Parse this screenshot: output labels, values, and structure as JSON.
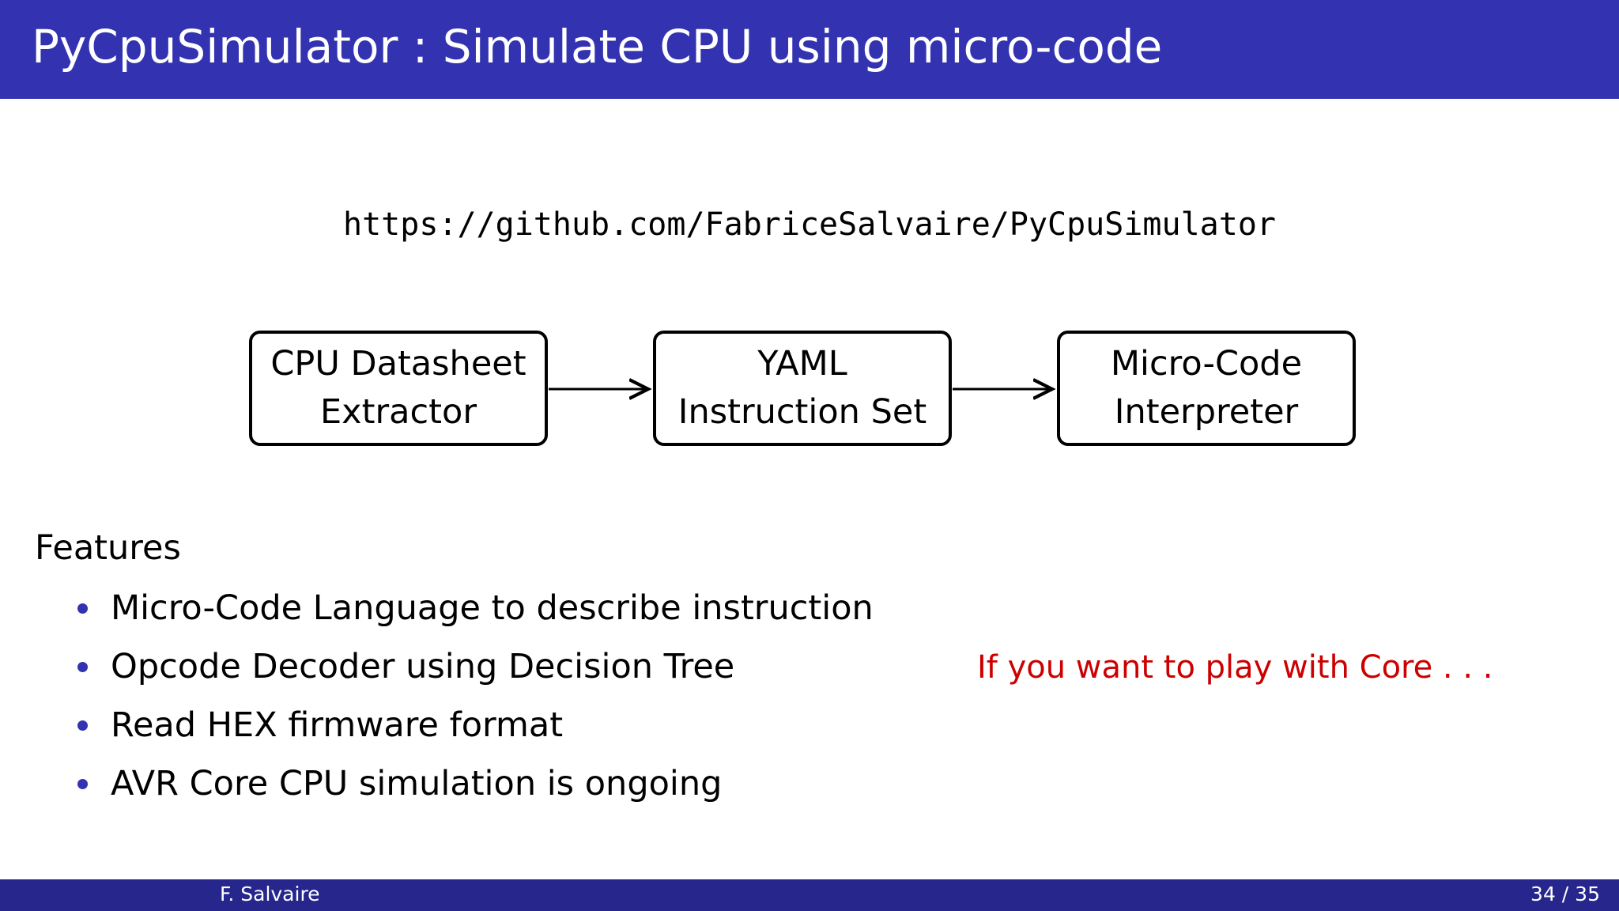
{
  "title": "PyCpuSimulator : Simulate CPU using micro-code",
  "url": "https://github.com/FabriceSalvaire/PyCpuSimulator",
  "diagram": {
    "nodes": [
      {
        "line1": "CPU Datasheet",
        "line2": "Extractor"
      },
      {
        "line1": "YAML",
        "line2": "Instruction Set"
      },
      {
        "line1": "Micro-Code",
        "line2": "Interpreter"
      }
    ]
  },
  "features": {
    "title": "Features",
    "items": [
      "Micro-Code Language to describe instruction",
      "Opcode Decoder using Decision Tree",
      "Read HEX firmware format",
      "AVR Core CPU simulation is ongoing"
    ]
  },
  "note": "If you want to play with Core . . .",
  "footer": {
    "author": "F. Salvaire",
    "page": "34 / 35"
  },
  "colors": {
    "title_bar": "#3333b2",
    "footer_bar": "#26268c",
    "note": "#cc0000",
    "bullet": "#3333b2"
  }
}
